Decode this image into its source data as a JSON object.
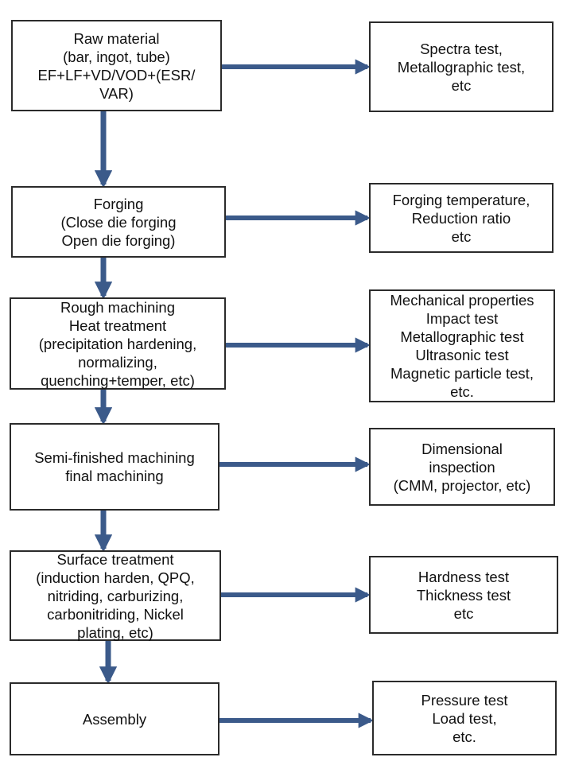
{
  "colors": {
    "arrow": "#3b5a8a",
    "border": "#2b2b2b",
    "text": "#111111"
  },
  "steps": [
    {
      "label": "Raw material\n(bar, ingot, tube)\nEF+LF+VD/VOD+(ESR/\nVAR)"
    },
    {
      "label": "Forging\n(Close die forging\nOpen die forging)"
    },
    {
      "label": "Rough machining\nHeat treatment\n(precipitation hardening,\nnormalizing,\nquenching+temper, etc)"
    },
    {
      "label": "Semi-finished machining\nfinal machining"
    },
    {
      "label": "Surface treatment\n(induction harden, QPQ,\nnitriding, carburizing,\ncarbonitriding, Nickel\nplating, etc)"
    },
    {
      "label": "Assembly"
    }
  ],
  "checks": [
    {
      "label": "Spectra test,\nMetallographic test,\netc"
    },
    {
      "label": "Forging temperature,\nReduction ratio\netc"
    },
    {
      "label": "Mechanical properties\nImpact test\nMetallographic test\nUltrasonic test\nMagnetic particle test,\netc."
    },
    {
      "label": "Dimensional\ninspection\n(CMM, projector, etc)"
    },
    {
      "label": "Hardness test\nThickness test\netc"
    },
    {
      "label": "Pressure test\nLoad test,\netc."
    }
  ]
}
